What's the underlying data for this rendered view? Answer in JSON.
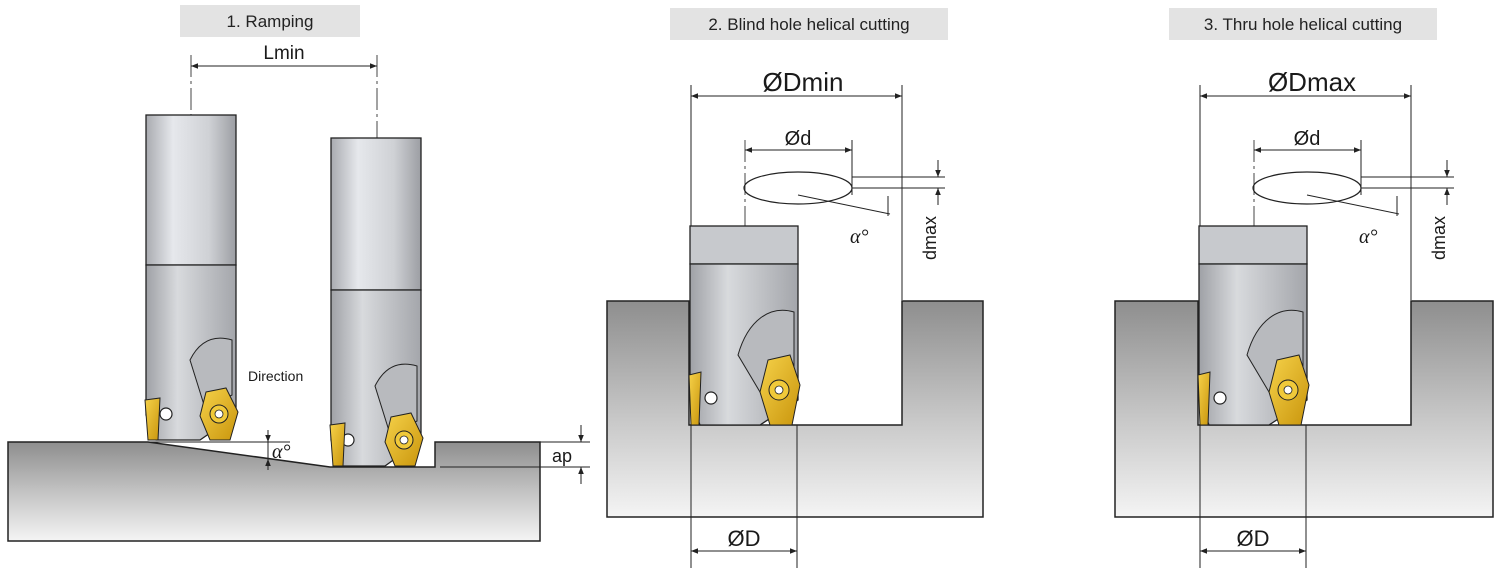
{
  "panels": [
    {
      "title": "1. Ramping",
      "labels": {
        "lmin": "Lmin",
        "direction": "Direction",
        "alpha": "α°",
        "ap": "ap"
      }
    },
    {
      "title": "2. Blind hole helical cutting",
      "labels": {
        "big_d": "ØDmin",
        "small_d": "Ød",
        "alpha": "α°",
        "dmax": "dmax",
        "bottom_d": "ØD"
      }
    },
    {
      "title": "3. Thru hole helical cutting",
      "labels": {
        "big_d": "ØDmax",
        "small_d": "Ød",
        "alpha": "α°",
        "dmax": "dmax",
        "bottom_d": "ØD"
      }
    }
  ],
  "colors": {
    "title_bg": "#e3e3e3",
    "workpiece_top": "#9a9a9a",
    "workpiece_bottom": "#eeeeee",
    "tool_body": "#c9cbcf",
    "insert": "#e8b71a",
    "line": "#222222"
  }
}
